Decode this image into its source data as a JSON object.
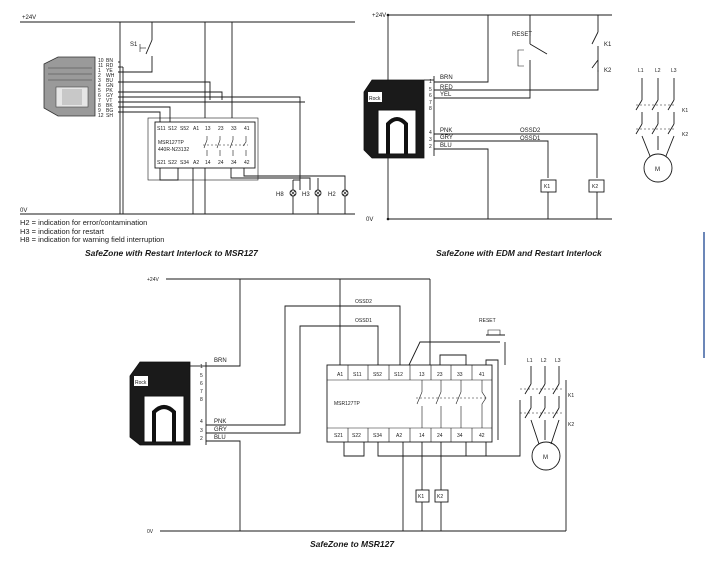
{
  "diagram1": {
    "supply_top": "+24V",
    "supply_bottom": "0V",
    "switch_label": "S1",
    "wire_labels": [
      "BN",
      "RD",
      "YE",
      "WH",
      "BU",
      "GN",
      "PK",
      "GY",
      "VT",
      "BK",
      "BG",
      "SH"
    ],
    "wire_numbers": [
      "10",
      "11",
      "1",
      "2",
      "3",
      "4",
      "5",
      "6",
      "7",
      "8",
      "9",
      "12"
    ],
    "relay_top_terminals": [
      "S11",
      "S12",
      "S52",
      "A1",
      "13",
      "23",
      "33",
      "41"
    ],
    "relay_bottom_terminals": [
      "S21",
      "S22",
      "S34",
      "A2",
      "14",
      "24",
      "34",
      "42"
    ],
    "relay_model": "MSR127TP",
    "relay_part": "440R-N23132",
    "lamps": [
      "H8",
      "H3",
      "H2"
    ],
    "legend": [
      "H2 = indication for error/contamination",
      "H3 = indication for restart",
      "H8 = indication for warning field interruption"
    ],
    "caption": "SafeZone with Restart Interlock to MSR127"
  },
  "diagram2": {
    "supply_top": "+24V",
    "supply_bottom": "0V",
    "wire_labels_top": [
      "BRN",
      "RED",
      "YEL"
    ],
    "pin_numbers_top": [
      "1",
      "5",
      "6",
      "7"
    ],
    "wire_labels_bottom": [
      "PNK",
      "GRY",
      "BLU"
    ],
    "pin_numbers_bottom": [
      "4",
      "3",
      "2"
    ],
    "ossd2": "OSSD2",
    "ossd1": "OSSD1",
    "reset_label": "RESET",
    "contactors": [
      "K1",
      "K2"
    ],
    "phases": [
      "L1",
      "L2",
      "L3"
    ],
    "motor": "M",
    "caption": "SafeZone with EDM and Restart Interlock"
  },
  "diagram3": {
    "supply_top": "+24V",
    "supply_bottom": "0V",
    "wire_top": "BRN",
    "pin_numbers": [
      "1",
      "5",
      "6",
      "7",
      "8",
      "4",
      "3",
      "2"
    ],
    "wire_labels_bottom": [
      "PNK",
      "GRY",
      "BLU"
    ],
    "ossd2": "OSSD2",
    "ossd1": "OSSD1",
    "reset_label": "RESET",
    "relay_top_terminals": [
      "A1",
      "S11",
      "S52",
      "S12",
      "13",
      "23",
      "33",
      "41"
    ],
    "relay_bottom_terminals": [
      "S21",
      "S22",
      "S34",
      "A2",
      "14",
      "24",
      "34",
      "42"
    ],
    "relay_model": "MSR127TP",
    "contactors": [
      "K1",
      "K2"
    ],
    "phases": [
      "L1",
      "L2",
      "L3"
    ],
    "motor": "M",
    "caption": "SafeZone to MSR127"
  }
}
